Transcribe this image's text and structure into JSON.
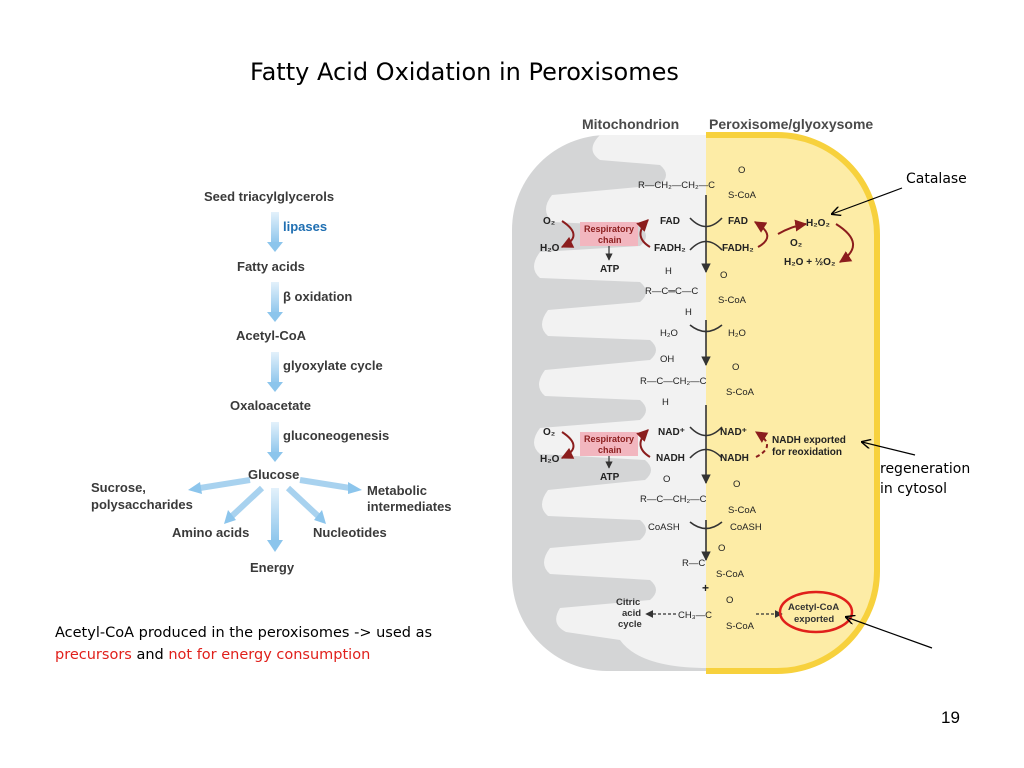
{
  "title": "Fatty Acid Oxidation in Peroxisomes",
  "page_number": "19",
  "note": {
    "part1": "Acetyl-CoA produced in the peroxisomes -> used as",
    "red1": "precursors",
    "and": " and ",
    "red2": "not for energy consumption"
  },
  "callouts": {
    "catalase": "Catalase",
    "regen_line1": "regeneration",
    "regen_line2": "in cytosol"
  },
  "flowchart": {
    "seed": "Seed triacylglycerols",
    "lipases": "lipases",
    "fatty_acids": "Fatty acids",
    "beta": "β oxidation",
    "acetyl": "Acetyl-CoA",
    "glyox": "glyoxylate cycle",
    "oxalo": "Oxaloacetate",
    "gluconeo": "gluconeogenesis",
    "glucose": "Glucose",
    "sucrose_1": "Sucrose,",
    "sucrose_2": "polysaccharides",
    "metabolic_1": "Metabolic",
    "metabolic_2": "intermediates",
    "amino": "Amino acids",
    "nucleotides": "Nucleotides",
    "energy": "Energy"
  },
  "pathway": {
    "header_left": "Mitochondrion",
    "header_right": "Peroxisome/glyoxysome",
    "r1": "R—CH₂—CH₂—C",
    "o": "O",
    "scoa": "S-CoA",
    "o2": "O₂",
    "h2o": "H₂O",
    "resp1": "Respiratory",
    "resp2": "chain",
    "atp": "ATP",
    "fad": "FAD",
    "fadh2": "FADH₂",
    "h2o2": "H₂O₂",
    "h2o_half_o2": "H₂O + ½O₂",
    "h": "H",
    "r2": "R—C═C—C",
    "oh": "OH",
    "r3": "R—C—CH₂—C",
    "nad": "NAD⁺",
    "nadh": "NADH",
    "nadh_exp1": "NADH exported",
    "nadh_exp2": "for reoxidation",
    "r4": "R—C—CH₂—C",
    "coash": "CoASH",
    "r5": "R—C",
    "plus": "+",
    "citric1": "Citric",
    "citric2": "acid",
    "citric3": "cycle",
    "ch3": "CH₃—C",
    "acetyl_exp1": "Acetyl-CoA",
    "acetyl_exp2": "exported"
  },
  "colors": {
    "peroxisome_fill": "#fdeca6",
    "peroxisome_border": "#f7d13d",
    "mito_fill": "#d4d5d6",
    "mito_inner": "#f2f2f2",
    "arrow_dark_red": "#8b1d1d",
    "resp_box": "#f2b6bf",
    "flow_arrow": "#a8d2ef",
    "highlight_red": "#e0201b"
  }
}
